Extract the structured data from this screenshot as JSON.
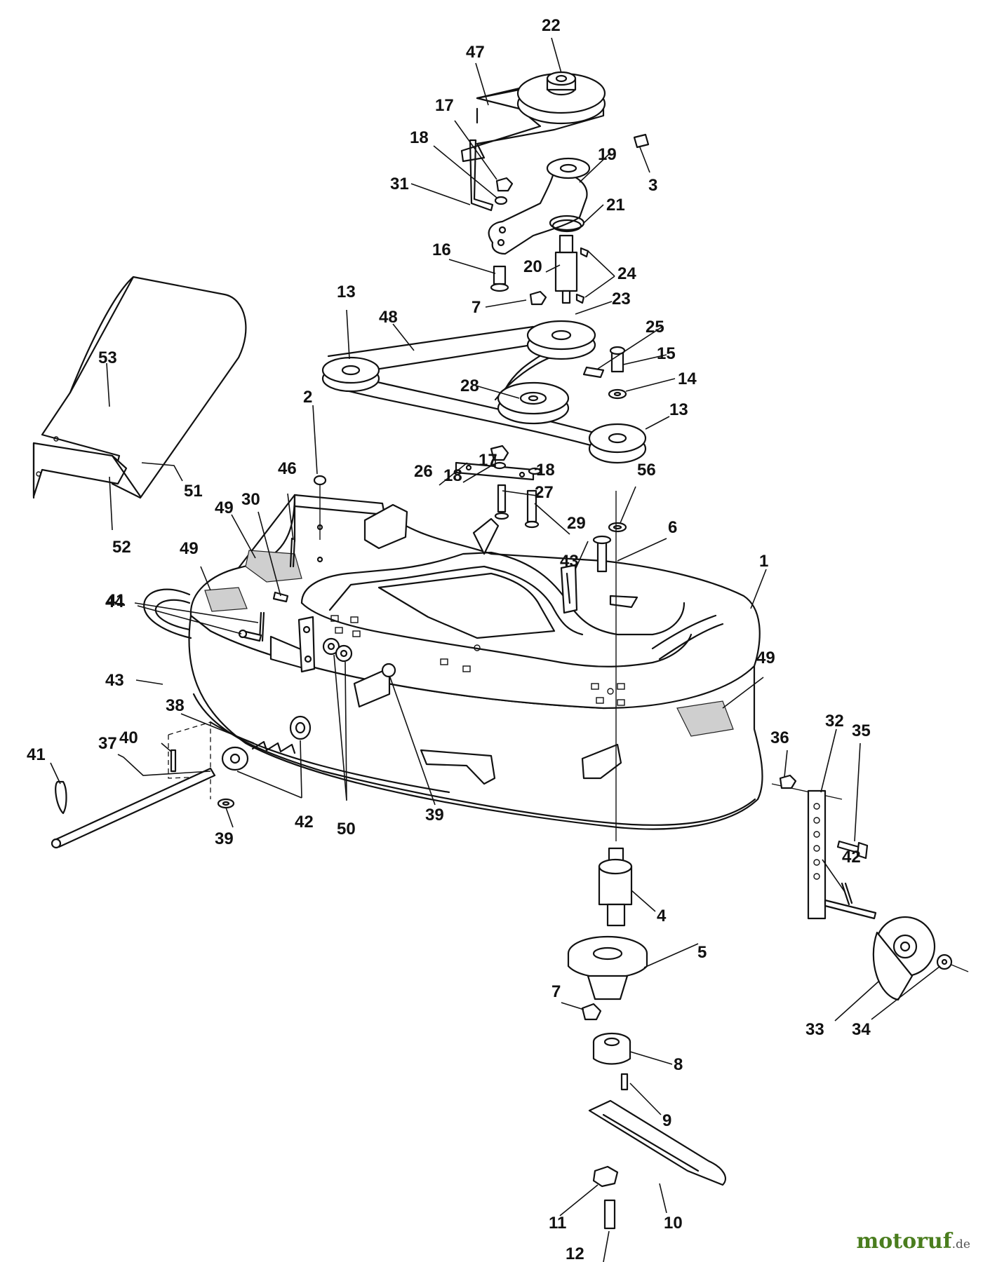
{
  "diagram": {
    "labels": [
      "1",
      "2",
      "3",
      "4",
      "5",
      "6",
      "7",
      "7",
      "8",
      "9",
      "10",
      "11",
      "12",
      "13",
      "13",
      "14",
      "15",
      "16",
      "17",
      "17",
      "18",
      "18",
      "18",
      "19",
      "20",
      "21",
      "22",
      "23",
      "24",
      "25",
      "26",
      "27",
      "28",
      "29",
      "30",
      "31",
      "32",
      "33",
      "34",
      "35",
      "36",
      "37",
      "38",
      "39",
      "39",
      "40",
      "41",
      "41",
      "42",
      "42",
      "43",
      "43",
      "44",
      "46",
      "47",
      "48",
      "49",
      "49",
      "49",
      "50",
      "51",
      "52",
      "53",
      "56"
    ]
  },
  "watermark": {
    "brand": "motoruf",
    "tld": ".de",
    "color": "#4a7d1e"
  }
}
